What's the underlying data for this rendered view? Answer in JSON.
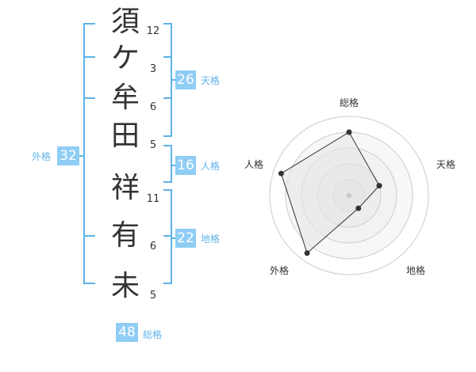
{
  "name": {
    "chars": [
      "須",
      "ケ",
      "牟",
      "田",
      "祥",
      "有",
      "未"
    ],
    "strokes": [
      "12",
      "3",
      "6",
      "5",
      "11",
      "6",
      "5"
    ]
  },
  "fortune": {
    "tenkaku": {
      "value": "26",
      "label": "天格"
    },
    "jinkaku": {
      "value": "16",
      "label": "人格"
    },
    "chikaku": {
      "value": "22",
      "label": "地格"
    },
    "gaikaku": {
      "value": "32",
      "label": "外格"
    },
    "soukaku": {
      "value": "48",
      "label": "総格"
    }
  },
  "radar": {
    "axes": [
      "総格",
      "天格",
      "地格",
      "外格",
      "人格"
    ],
    "values": [
      0.8,
      0.4,
      0.2,
      0.9,
      0.9
    ],
    "colors": {
      "fill": "#f0f0f0",
      "line": "#333333",
      "ring": "#cccccc",
      "center": "#cccccc"
    }
  },
  "colors": {
    "accent_box": "#8fcdf5",
    "accent_text": "#5fb3ea",
    "bracket": "#5fb3ea"
  }
}
